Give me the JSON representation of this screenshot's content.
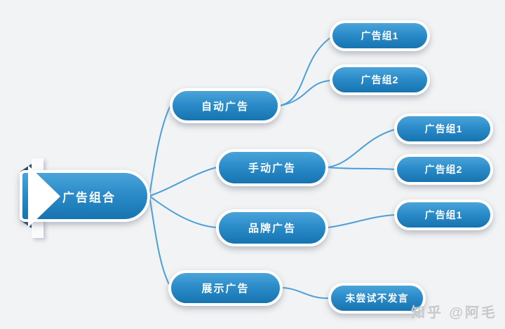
{
  "canvas": {
    "background": "#f2f3f4",
    "line_color": "#4c9fd8",
    "node_gradient_top": "#4ba4da",
    "node_gradient_bottom": "#1674b0",
    "node_border": "#ffffff",
    "text_color": "#ffffff"
  },
  "mindmap": {
    "root": {
      "label": "广告组合"
    },
    "branches": [
      {
        "label": "自动广告",
        "children": [
          {
            "label": "广告组1"
          },
          {
            "label": "广告组2"
          }
        ]
      },
      {
        "label": "手动广告",
        "children": [
          {
            "label": "广告组1"
          },
          {
            "label": "广告组2"
          }
        ]
      },
      {
        "label": "品牌广告",
        "children": [
          {
            "label": "广告组1"
          }
        ]
      },
      {
        "label": "展示广告",
        "children": [
          {
            "label": "未尝试不发言"
          }
        ]
      }
    ]
  },
  "watermark": {
    "text": "知乎 @阿毛"
  }
}
